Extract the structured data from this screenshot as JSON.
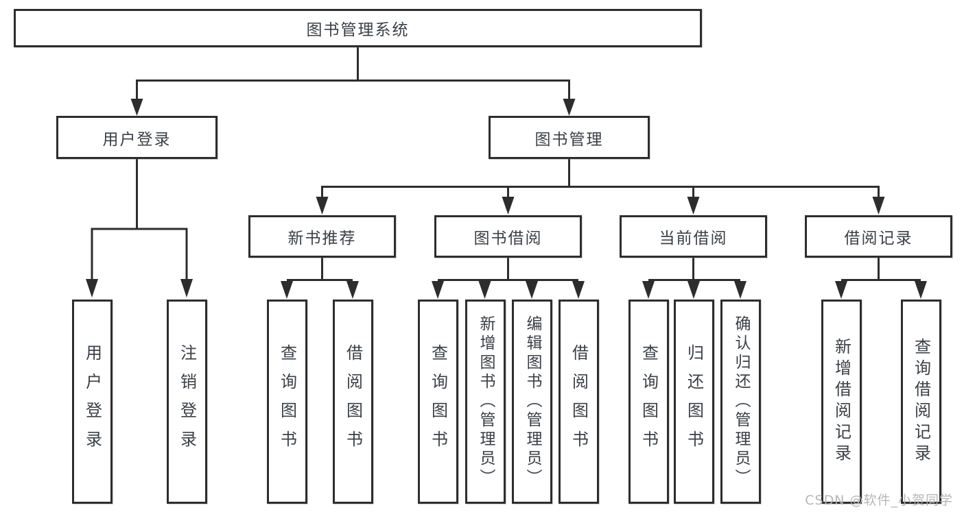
{
  "diagram": {
    "root": {
      "label": "图书管理系统"
    },
    "level2": [
      {
        "label": "用户登录"
      },
      {
        "label": "图书管理"
      }
    ],
    "level3": [
      {
        "label": "新书推荐"
      },
      {
        "label": "图书借阅"
      },
      {
        "label": "当前借阅"
      },
      {
        "label": "借阅记录"
      }
    ],
    "leaves": [
      {
        "label": "用户登录"
      },
      {
        "label": "注销登录"
      },
      {
        "label": "查询图书"
      },
      {
        "label": "借阅图书"
      },
      {
        "label": "查询图书"
      },
      {
        "label": "新增图书（管理员）"
      },
      {
        "label": "编辑图书（管理员）"
      },
      {
        "label": "借阅图书"
      },
      {
        "label": "查询图书"
      },
      {
        "label": "归还图书"
      },
      {
        "label": "确认归还（管理员）"
      },
      {
        "label": "新增借阅记录"
      },
      {
        "label": "查询借阅记录"
      }
    ],
    "watermark": "CSDN @软件_小贺同学",
    "colors": {
      "line": "#2d2d2d",
      "box_border": "#2d2d2d",
      "text": "#3a4047",
      "watermark": "#b2b2b2",
      "background": "#ffffff"
    }
  }
}
